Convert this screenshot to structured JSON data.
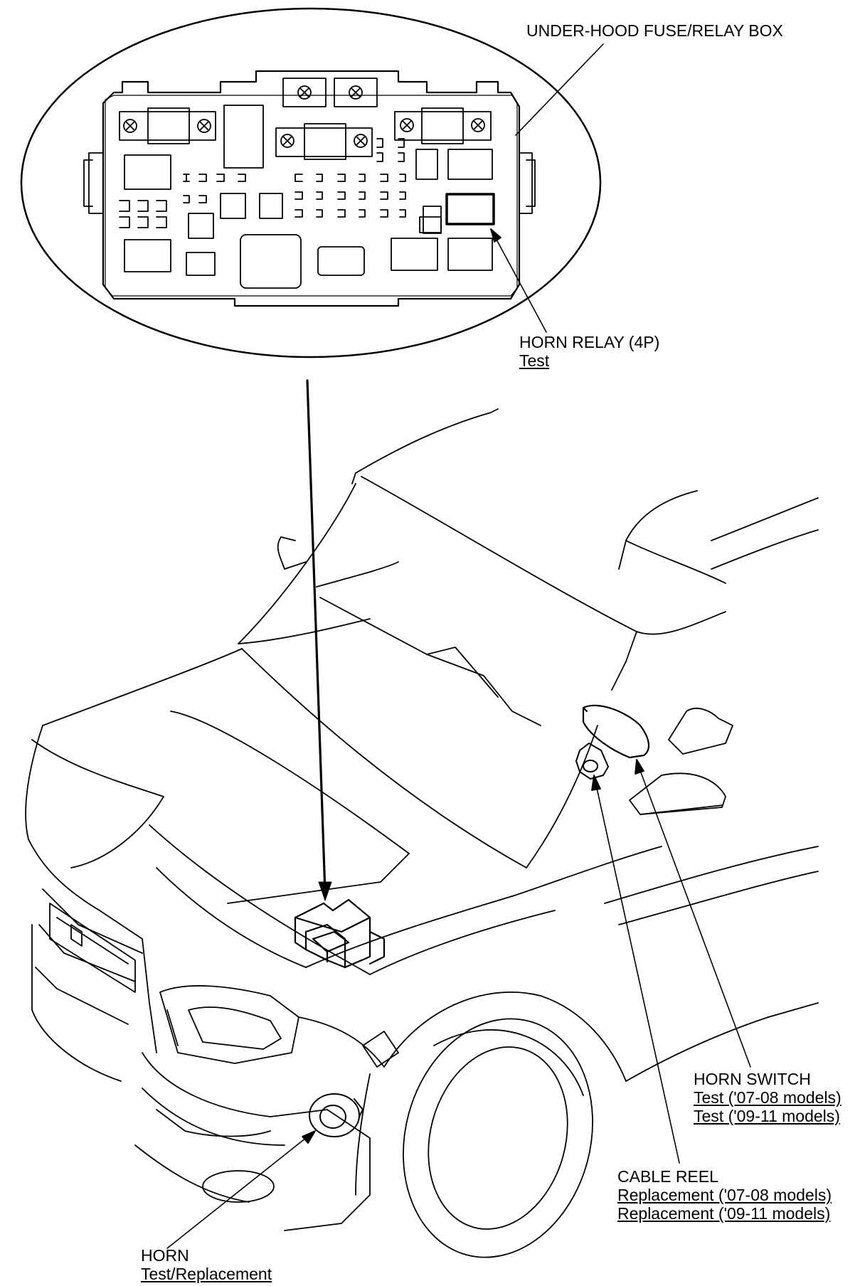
{
  "labels": {
    "fuse_box": {
      "title": "UNDER-HOOD FUSE/RELAY BOX"
    },
    "horn_relay": {
      "title": "HORN RELAY (4P)",
      "links": [
        "Test"
      ]
    },
    "horn_switch": {
      "title": "HORN SWITCH",
      "links": [
        "Test ('07-08 models)",
        "Test ('09-11 models)"
      ]
    },
    "cable_reel": {
      "title": "CABLE REEL",
      "links": [
        "Replacement ('07-08 models)",
        "Replacement ('09-11 models)"
      ]
    },
    "horn": {
      "title": "HORN",
      "links": [
        "Test/Replacement"
      ]
    }
  }
}
